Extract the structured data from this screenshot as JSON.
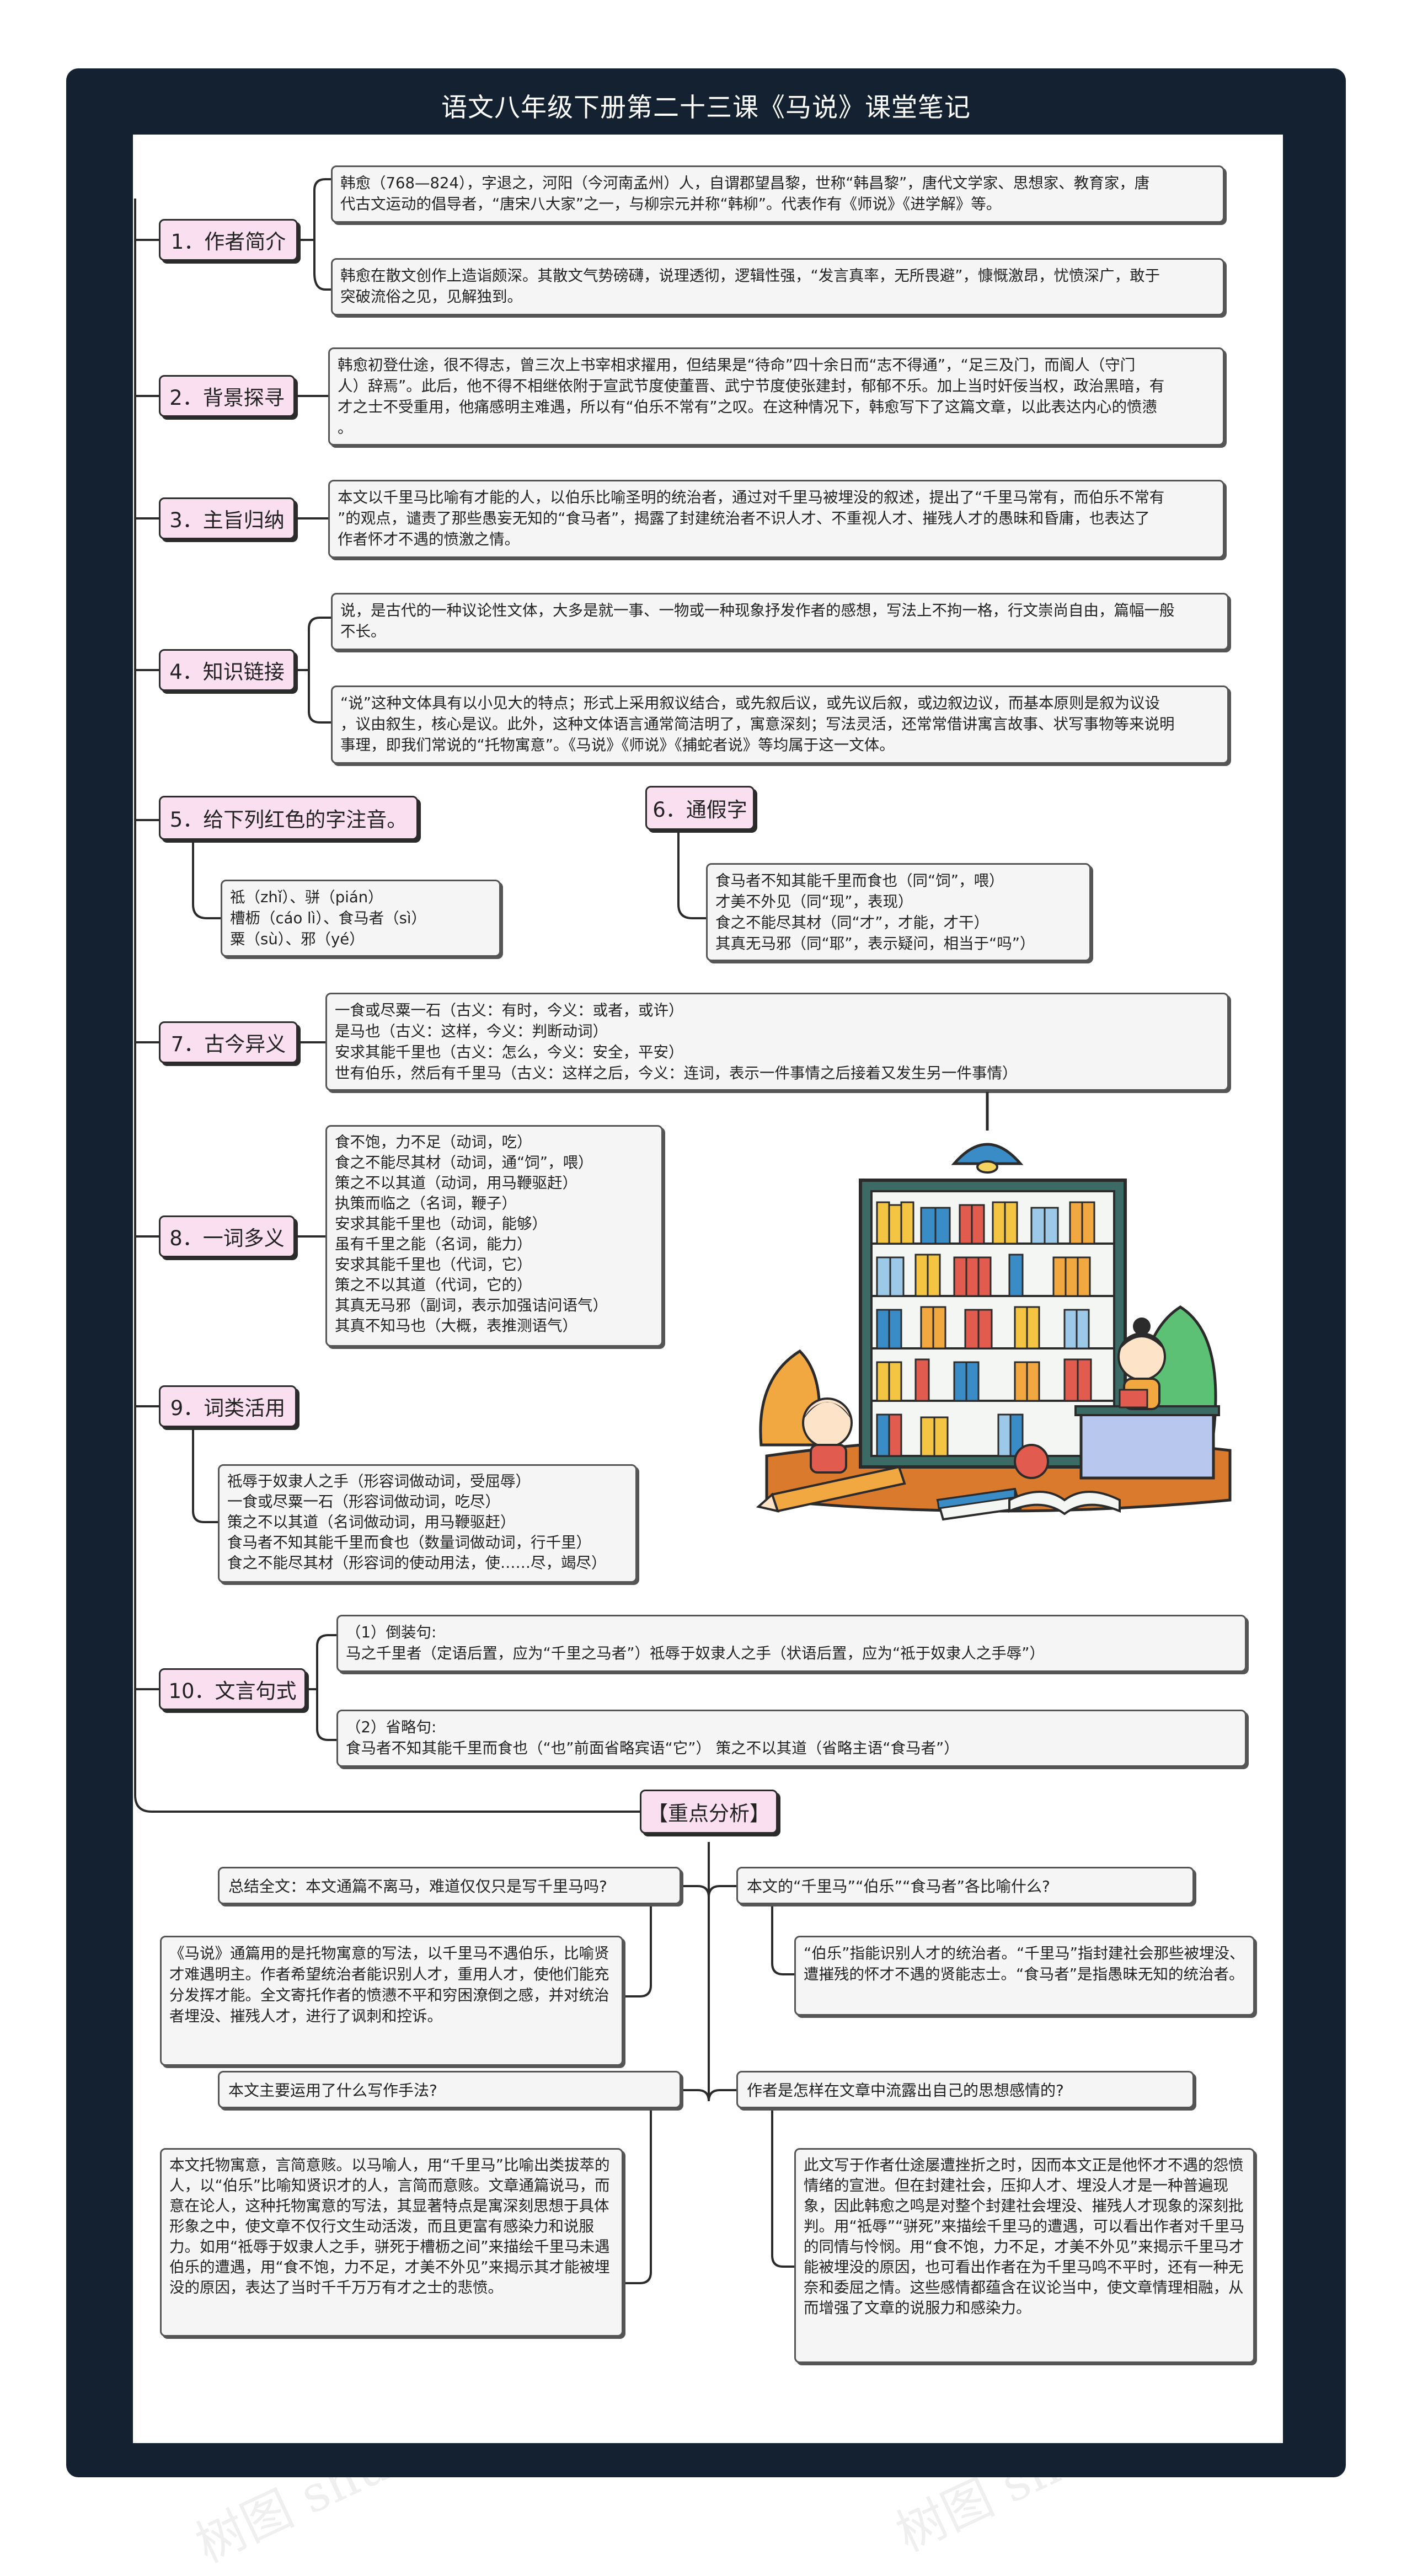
{
  "title": "语文八年级下册第二十三课《马说》课堂笔记",
  "sections": [
    {
      "label": "1．作者简介",
      "notes": [
        [
          "韩愈（768—824），字退之，河阳（今河南孟州）人，自谓郡望昌黎，世称“韩昌黎”，唐代文学家、思想家、教育家，唐",
          "代古文运动的倡导者，“唐宋八大家”之一，与柳宗元并称“韩柳”。代表作有《师说》《进学解》等。"
        ],
        [
          "韩愈在散文创作上造诣颇深。其散文气势磅礴，说理透彻，逻辑性强，“发言真率，无所畏避”，慷慨激昂，忧愤深广，敢于",
          "突破流俗之见，见解独到。"
        ]
      ]
    },
    {
      "label": "2．背景探寻",
      "notes": [
        [
          "韩愈初登仕途，很不得志，曾三次上书宰相求擢用，但结果是“待命”四十余日而“志不得通”，“足三及门，而阍人（守门",
          "人）辞焉”。此后，他不得不相继依附于宣武节度使董晋、武宁节度使张建封，郁郁不乐。加上当时奸佞当权，政治黑暗，有",
          "才之士不受重用，他痛感明主难遇，所以有“伯乐不常有”之叹。在这种情况下，韩愈写下了这篇文章，以此表达内心的愤懑",
          "。"
        ]
      ]
    },
    {
      "label": "3．主旨归纳",
      "notes": [
        [
          "本文以千里马比喻有才能的人，以伯乐比喻圣明的统治者，通过对千里马被埋没的叙述，提出了“千里马常有，而伯乐不常有",
          "”的观点，谴责了那些愚妄无知的“食马者”，揭露了封建统治者不识人才、不重视人才、摧残人才的愚昧和昏庸，也表达了",
          "作者怀才不遇的愤激之情。"
        ]
      ]
    },
    {
      "label": "4．知识链接",
      "notes": [
        [
          "说，是古代的一种议论性文体，大多是就一事、一物或一种现象抒发作者的感想，写法上不拘一格，行文崇尚自由，篇幅一般",
          "不长。"
        ],
        [
          "“说”这种文体具有以小见大的特点；形式上采用叙议结合，或先叙后议，或先议后叙，或边叙边议，而基本原则是叙为议设",
          "，议由叙生，核心是议。此外，这种文体语言通常简洁明了，寓意深刻；写法灵活，还常常借讲寓言故事、状写事物等来说明",
          "事理，即我们常说的“托物寓意”。《马说》《师说》《捕蛇者说》等均属于这一文体。"
        ]
      ]
    },
    {
      "label": "5．给下列红色的字注音。",
      "notes": [
        [
          "祗（zhǐ）、骈（pián）",
          "槽枥（cáo lì）、食马者（sì）",
          "粟（sù）、邪（yé）"
        ]
      ]
    },
    {
      "label": "6．通假字",
      "notes": [
        [
          "食马者不知其能千里而食也（同“饲”，喂）",
          "才美不外见（同“现”，表现）",
          "食之不能尽其材（同“才”，才能，才干）",
          "其真无马邪（同“耶”，表示疑问，相当于“吗”）"
        ]
      ]
    },
    {
      "label": "7．古今异义",
      "notes": [
        [
          "一食或尽粟一石（古义：有时，今义：或者，或许）",
          "是马也（古义：这样，今义：判断动词）",
          "安求其能千里也（古义：怎么，今义：安全，平安）",
          "世有伯乐，然后有千里马（古义：这样之后，今义：连词，表示一件事情之后接着又发生另一件事情）"
        ]
      ]
    },
    {
      "label": "8．一词多义",
      "notes": [
        [
          "食不饱，力不足（动词，吃）",
          "食之不能尽其材（动词，通“饲”，喂）",
          "策之不以其道（动词，用马鞭驱赶）",
          "执策而临之（名词，鞭子）",
          "安求其能千里也（动词，能够）",
          "虽有千里之能（名词，能力）",
          "安求其能千里也（代词，它）",
          "策之不以其道（代词，它的）",
          "其真无马邪（副词，表示加强诘问语气）",
          "其真不知马也（大概，表推测语气）"
        ]
      ]
    },
    {
      "label": "9．词类活用",
      "notes": [
        [
          "祗辱于奴隶人之手（形容词做动词，受屈辱）",
          "一食或尽粟一石（形容词做动词，吃尽）",
          "策之不以其道（名词做动词，用马鞭驱赶）",
          "食马者不知其能千里而食也（数量词做动词，行千里）",
          "食之不能尽其材（形容词的使动用法，使……尽，竭尽）"
        ]
      ]
    },
    {
      "label": "10．文言句式",
      "notes": [
        [
          "（1）倒装句:",
          "马之千里者（定语后置，应为“千里之马者”）祗辱于奴隶人之手（状语后置，应为“祗于奴隶人之手辱”）"
        ],
        [
          "（2）省略句:",
          "食马者不知其能千里而食也（“也”前面省略宾语“它”）   策之不以其道（省略主语“食马者”）"
        ]
      ]
    }
  ],
  "analysis": {
    "label": "【重点分析】",
    "items": [
      {
        "q": "总结全文：本文通篇不离马，难道仅仅只是写千里马吗?",
        "a": "《马说》通篇用的是托物寓意的写法，以千里马不遇伯乐，比喻贤才难遇明主。作者希望统治者能识别人才，重用人才，使他们能充分发挥才能。全文寄托作者的愤懑不平和穷困潦倒之感，并对统治者埋没、摧残人才，进行了讽刺和控诉。"
      },
      {
        "q": "本文的“千里马”“伯乐”“食马者”各比喻什么?",
        "a": "“伯乐”指能识别人才的统治者。“千里马”指封建社会那些被埋没、遭摧残的怀才不遇的贤能志士。“食马者”是指愚昧无知的统治者。"
      },
      {
        "q": "本文主要运用了什么写作手法?",
        "a": "本文托物寓意，言简意赅。以马喻人，用“千里马”比喻出类拔萃的人，以“伯乐”比喻知贤识才的人，言简而意赅。文章通篇说马，而意在论人，这种托物寓意的写法，其显著特点是寓深刻思想于具体形象之中，使文章不仅行文生动活泼，而且更富有感染力和说服力。如用“祗辱于奴隶人之手，骈死于槽枥之间”来描绘千里马未遇伯乐的遭遇，用“食不饱，力不足，才美不外见”来揭示其才能被埋没的原因，表达了当时千千万万有才之士的悲愤。"
      },
      {
        "q": "作者是怎样在文章中流露出自己的思想感情的?",
        "a": "此文写于作者仕途屡遭挫折之时，因而本文正是他怀才不遇的怨愤情绪的宣泄。但在封建社会，压抑人才、埋没人才是一种普遍现象，因此韩愈之鸣是对整个封建社会埋没、摧残人才现象的深刻批判。用“祗辱”“骈死”来描绘千里马的遭遇，可以看出作者对千里马的同情与怜悯。用“食不饱，力不足，才美不外见”来揭示千里马才能被埋没的原因，也可看出作者在为千里马鸣不平时，还有一种无奈和委屈之情。这些感情都蕴含在议论当中，使文章情理相融，从而增强了文章的说服力和感染力。"
      }
    ]
  },
  "watermark": "树图 shutu.cn"
}
